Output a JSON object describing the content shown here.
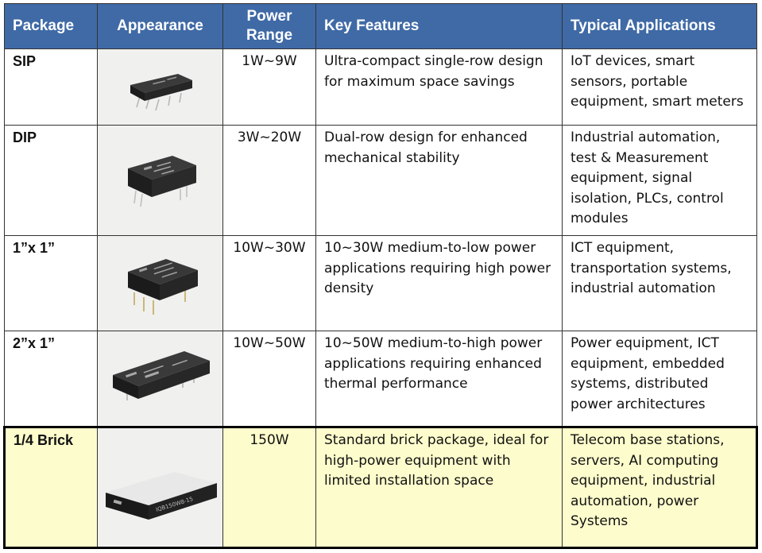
{
  "headers": {
    "package": "Package",
    "appearance": "Appearance",
    "power_range": "Power Range",
    "key_features": "Key Features",
    "typical_applications": "Typical Applications"
  },
  "rows": [
    {
      "package": "SIP",
      "appearance_icon": "sip-module-icon",
      "power_range": "1W~9W",
      "key_features": "Ultra-compact single-row design for maximum space savings",
      "typical_applications": "IoT devices, smart sensors, portable equipment, smart meters"
    },
    {
      "package": "DIP",
      "appearance_icon": "dip-module-icon",
      "power_range": "3W~20W",
      "key_features": "Dual-row design for enhanced mechanical stability",
      "typical_applications": "Industrial automation, test & Measurement equipment, signal isolation, PLCs, control modules"
    },
    {
      "package": "1”x 1”",
      "appearance_icon": "1x1-module-icon",
      "power_range": "10W~30W",
      "key_features": "10~30W medium-to-low power applications requiring high power density",
      "typical_applications": "ICT equipment, transportation systems, industrial automation"
    },
    {
      "package": "2”x 1”",
      "appearance_icon": "2x1-module-icon",
      "power_range": "10W~50W",
      "key_features": "10~50W medium-to-high power applications requiring enhanced thermal performance",
      "typical_applications": "Power equipment, ICT equipment, embedded systems, distributed power architectures"
    },
    {
      "package": "1/4 Brick",
      "appearance_icon": "quarter-brick-module-icon",
      "appearance_label": "IQB150W8-15",
      "power_range": "150W",
      "key_features": "Standard brick package, ideal for high-power equipment with limited installation space",
      "typical_applications": "Telecom base stations, servers, AI computing equipment, industrial automation, power Systems"
    }
  ],
  "colors": {
    "header_bg": "#3f6aa6",
    "highlight_row_bg": "#fdfccc",
    "border": "#333333"
  }
}
